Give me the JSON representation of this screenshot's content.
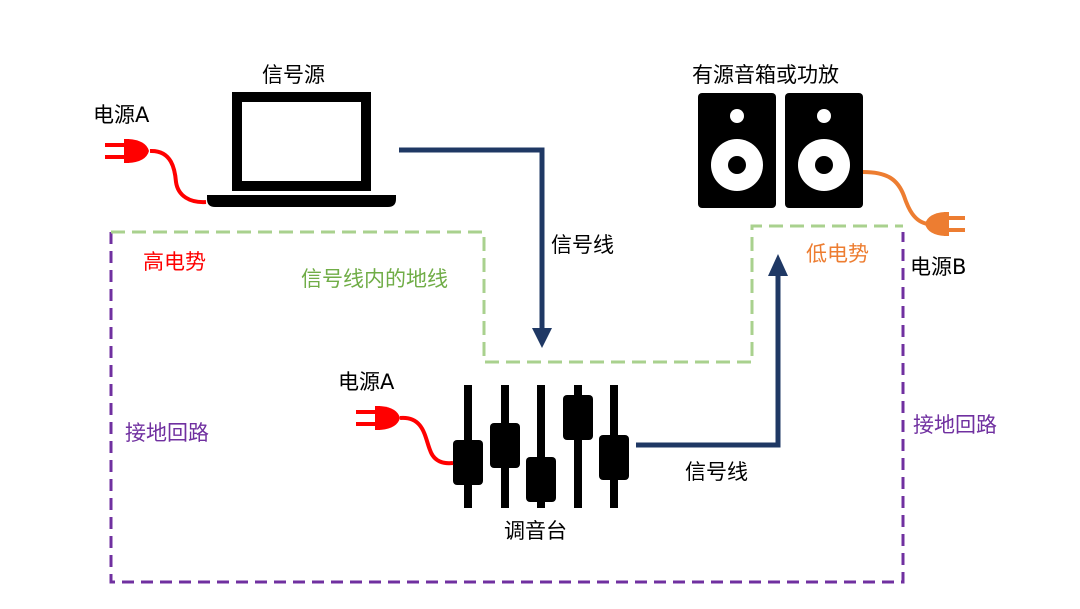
{
  "labels": {
    "signal_source": "信号源",
    "active_speaker": "有源音箱或功放",
    "power_a_top": "电源A",
    "power_a_mixer": "电源A",
    "power_b": "电源B",
    "signal_line_top": "信号线",
    "signal_line_bottom": "信号线",
    "high_potential": "高电势",
    "low_potential": "低电势",
    "ground_in_signal_line": "信号线内的地线",
    "ground_loop_left": "接地回路",
    "ground_loop_right": "接地回路",
    "mixer": "调音台"
  },
  "colors": {
    "signal_line": "#1f3864",
    "power_a": "#ff0000",
    "power_b": "#ed7d31",
    "ground_wire": "#a9d18e",
    "ground_loop": "#7030a0",
    "black": "#000000",
    "text": "#000000",
    "high_potential_text": "#ff0000",
    "low_potential_text": "#ed7d31",
    "ground_wire_text": "#70ad47",
    "ground_loop_text": "#7030a0"
  },
  "icons": {
    "source": "laptop-icon",
    "speakers": "speaker-icon",
    "mixer": "mixer-faders-icon",
    "plug": "power-plug-icon"
  }
}
